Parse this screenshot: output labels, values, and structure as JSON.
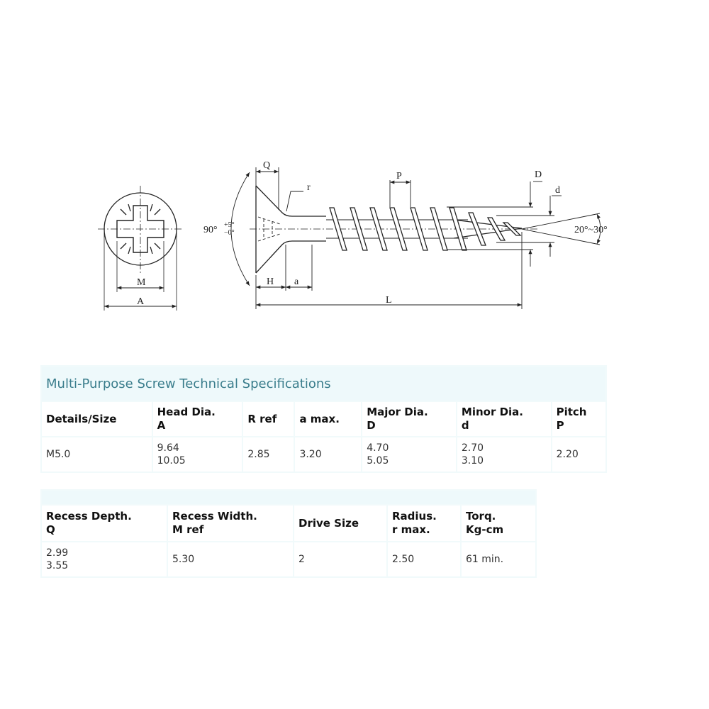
{
  "drawing": {
    "labels": {
      "A": "A",
      "M": "M",
      "Q": "Q",
      "P": "P",
      "r": "r",
      "D": "D",
      "d": "d",
      "H": "H",
      "a": "a",
      "L": "L",
      "angle_main": "90°",
      "angle_tol_plus": "+5°",
      "angle_tol_minus": "−0°",
      "tip_angle": "20°~30°"
    }
  },
  "table1": {
    "title": "Multi-Purpose Screw Technical Specifications",
    "headers": [
      {
        "main": "Details/Size",
        "sub": ""
      },
      {
        "main": "Head Dia.",
        "sub": "A"
      },
      {
        "main": "R ref",
        "sub": ""
      },
      {
        "main": "a max.",
        "sub": ""
      },
      {
        "main": "Major Dia.",
        "sub": "D"
      },
      {
        "main": "Minor Dia.",
        "sub": "d"
      },
      {
        "main": "Pitch",
        "sub": "P"
      }
    ],
    "row": [
      {
        "l1": "M5.0",
        "l2": ""
      },
      {
        "l1": "9.64",
        "l2": "10.05"
      },
      {
        "l1": "2.85",
        "l2": ""
      },
      {
        "l1": "3.20",
        "l2": ""
      },
      {
        "l1": "4.70",
        "l2": "5.05"
      },
      {
        "l1": "2.70",
        "l2": "3.10"
      },
      {
        "l1": "2.20",
        "l2": ""
      }
    ]
  },
  "table2": {
    "headers": [
      {
        "main": "Recess Depth.",
        "sub": "Q"
      },
      {
        "main": "Recess Width.",
        "sub": "M ref"
      },
      {
        "main": "Drive Size",
        "sub": ""
      },
      {
        "main": "Radius.",
        "sub": "r max."
      },
      {
        "main": "Torq.",
        "sub": "Kg-cm"
      }
    ],
    "row": [
      {
        "l1": "2.99",
        "l2": "3.55"
      },
      {
        "l1": "5.30",
        "l2": ""
      },
      {
        "l1": "2",
        "l2": ""
      },
      {
        "l1": "2.50",
        "l2": ""
      },
      {
        "l1": "61 min.",
        "l2": ""
      }
    ]
  }
}
